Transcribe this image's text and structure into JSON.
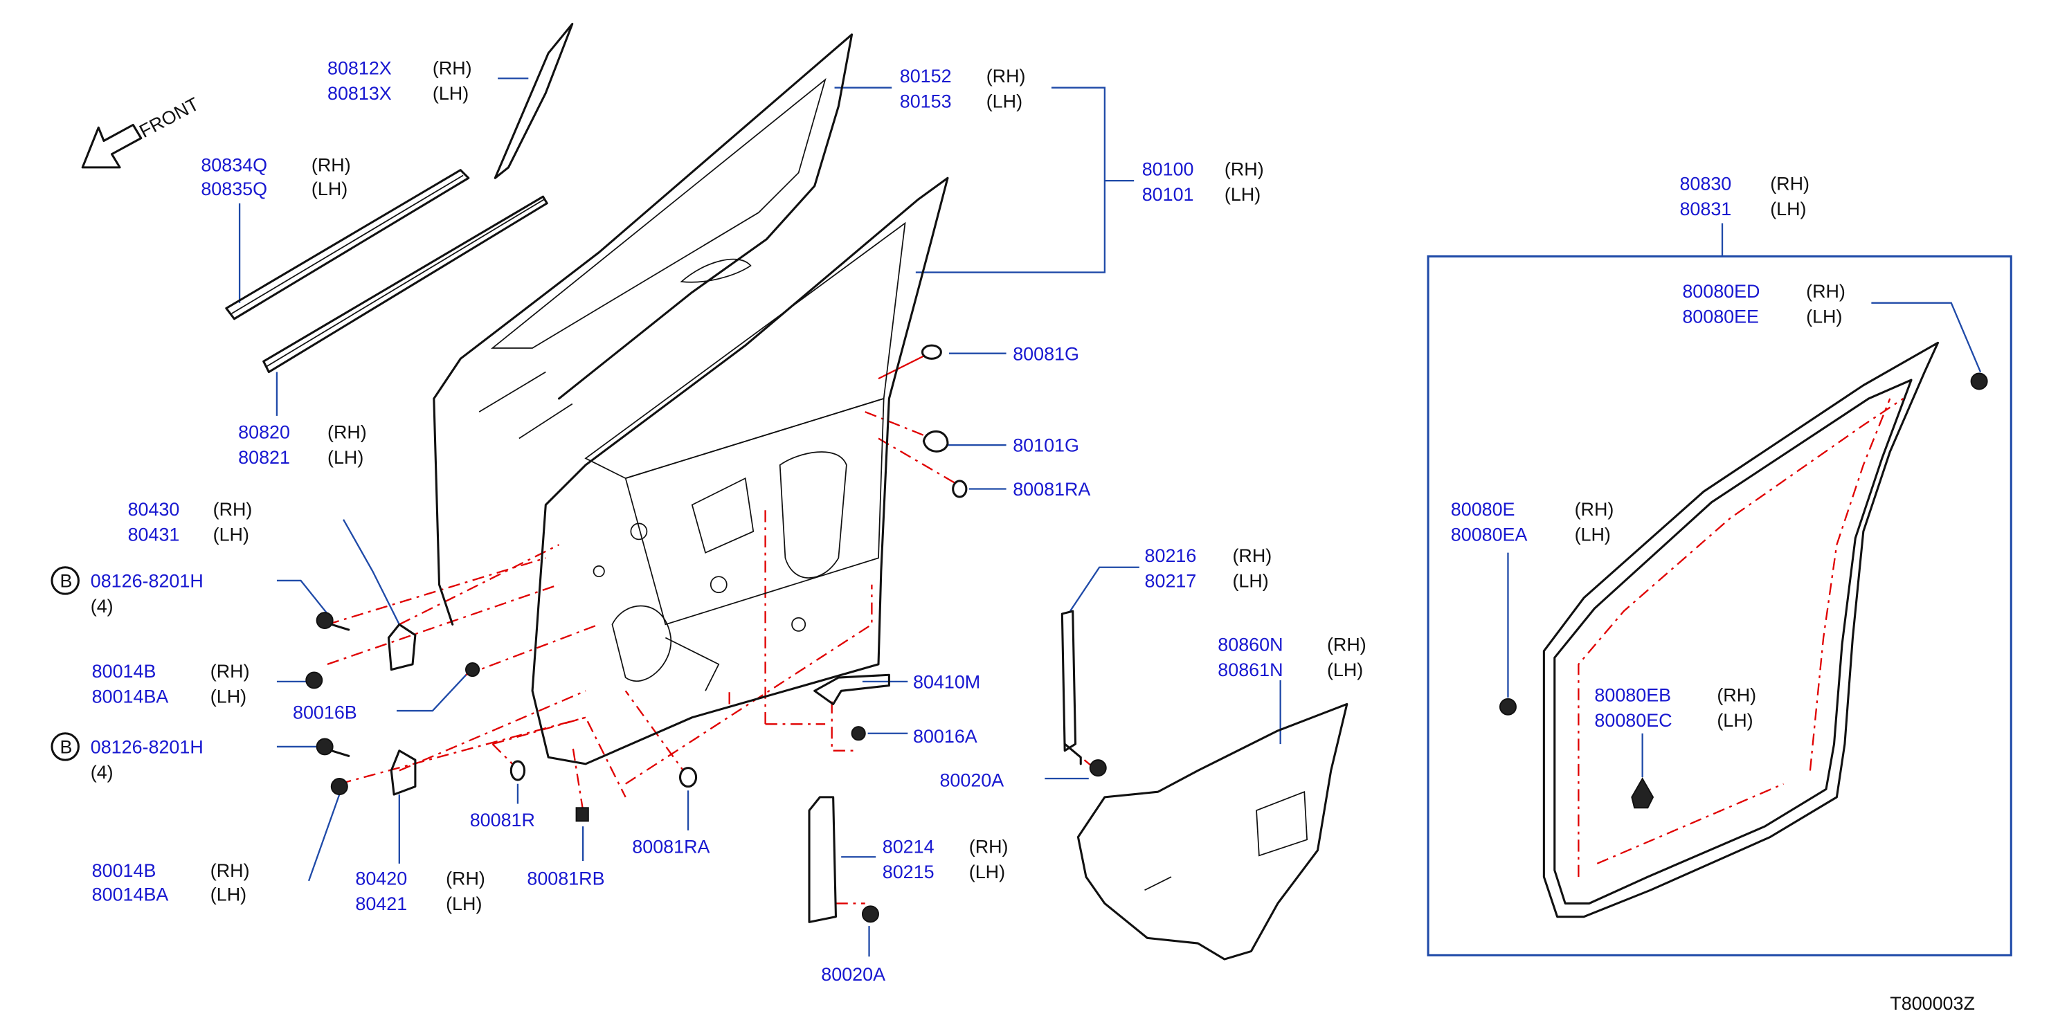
{
  "diagram": {
    "code": "T800003Z",
    "front_label": "FRONT",
    "callout_letter": "B",
    "labels": [
      {
        "part": "80812X",
        "side": "(RH)"
      },
      {
        "part": "80813X",
        "side": "(LH)"
      },
      {
        "part": "80834Q",
        "side": "(RH)"
      },
      {
        "part": "80835Q",
        "side": "(LH)"
      },
      {
        "part": "80820",
        "side": "(RH)"
      },
      {
        "part": "80821",
        "side": "(LH)"
      },
      {
        "part": "80152",
        "side": "(RH)"
      },
      {
        "part": "80153",
        "side": "(LH)"
      },
      {
        "part": "80100",
        "side": "(RH)"
      },
      {
        "part": "80101",
        "side": "(LH)"
      },
      {
        "part": "80081G",
        "side": ""
      },
      {
        "part": "80101G",
        "side": ""
      },
      {
        "part": "80081RA",
        "side": ""
      },
      {
        "part": "80830",
        "side": "(RH)"
      },
      {
        "part": "80831",
        "side": "(LH)"
      },
      {
        "part": "80080ED",
        "side": "(RH)"
      },
      {
        "part": "80080EE",
        "side": "(LH)"
      },
      {
        "part": "80080EB",
        "side": "(RH)"
      },
      {
        "part": "80080EC",
        "side": "(LH)"
      },
      {
        "part": "80216",
        "side": "(RH)"
      },
      {
        "part": "80217",
        "side": "(LH)"
      },
      {
        "part": "80860N",
        "side": "(RH)"
      },
      {
        "part": "80861N",
        "side": "(LH)"
      },
      {
        "part": "08126-8201H",
        "side": "(4)"
      },
      {
        "part": "80014B",
        "side": "(RH)"
      },
      {
        "part": "80014BA",
        "side": "(LH)"
      },
      {
        "part": "80016B",
        "side": ""
      },
      {
        "part": "08126-8201H",
        "side": "(4)"
      },
      {
        "part": "80014B",
        "side": "(RH)"
      },
      {
        "part": "80014BA",
        "side": "(LH)"
      },
      {
        "part": "80420",
        "side": "(RH)"
      },
      {
        "part": "80421",
        "side": "(LH)"
      },
      {
        "part": "80081R",
        "side": ""
      },
      {
        "part": "80081RB",
        "side": ""
      },
      {
        "part": "80081RA",
        "side": ""
      },
      {
        "part": "80410M",
        "side": ""
      },
      {
        "part": "80016A",
        "side": ""
      },
      {
        "part": "80020A",
        "side": ""
      },
      {
        "part": "80214",
        "side": "(RH)"
      },
      {
        "part": "80215",
        "side": "(LH)"
      },
      {
        "part": "80020A",
        "side": ""
      },
      {
        "part": "80430",
        "side": "(RH)"
      },
      {
        "part": "80431",
        "side": "(LH)"
      },
      {
        "part": "80080E",
        "side": "(RH)"
      },
      {
        "part": "80080EA",
        "side": "(LH)"
      }
    ]
  }
}
